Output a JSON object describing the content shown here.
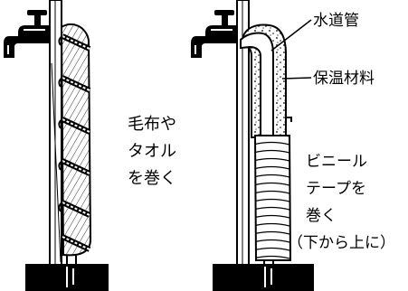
{
  "left_figure": {
    "label_lines": [
      "毛布や",
      "タオル",
      "を巻く"
    ]
  },
  "right_figure": {
    "pipe_label": "水道管",
    "insulation_label": "保温材料",
    "tape_label_lines": [
      "ビニール",
      "テープを",
      "巻く",
      "（下から上に）"
    ]
  },
  "colors": {
    "ink": "#000000",
    "background": "#ffffff"
  }
}
